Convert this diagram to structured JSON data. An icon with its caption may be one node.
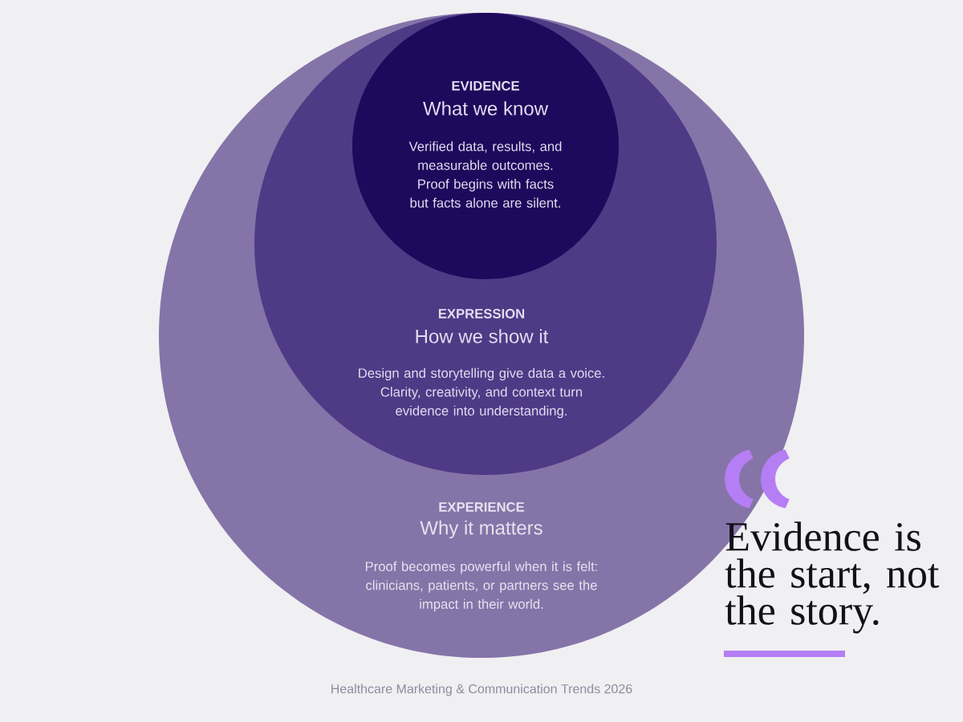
{
  "diagram": {
    "nodes": [
      {
        "text": [
          "EXPERIENCE",
          "Why it matters",
          "Proof becomes powerful when it is felt: clinicians, patients, or partners see the impact in their world."
        ]
      },
      {
        "text": [
          "EXPRESSION",
          "How we show it",
          "Design and storytelling give data a voice. Clarity, creativity, and context turn evidence into understanding."
        ],
        "in": 0
      },
      {
        "text": [
          "EVIDENCE",
          "What we know",
          "Verified data, results, and measurable outcomes. Proof begins with facts but facts alone are silent."
        ],
        "in": 1
      }
    ],
    "labels": [
      "Evidence is the start, not the story.",
      "Healthcare Marketing & Communication Trends 2026"
    ]
  }
}
